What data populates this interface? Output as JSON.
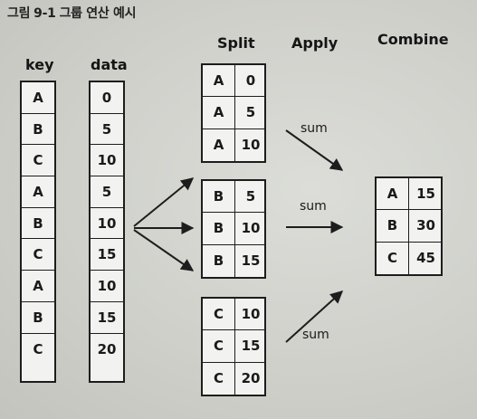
{
  "caption": {
    "label": "그림",
    "number": "9-1",
    "title": "그룹 연산 예시"
  },
  "headers": {
    "key": "key",
    "data": "data",
    "split": "Split",
    "apply": "Apply",
    "combine": "Combine"
  },
  "key_column": [
    "A",
    "B",
    "C",
    "A",
    "B",
    "C",
    "A",
    "B",
    "C"
  ],
  "data_column": [
    "0",
    "5",
    "10",
    "5",
    "10",
    "15",
    "10",
    "15",
    "20"
  ],
  "split_groups": [
    {
      "rows": [
        {
          "key": "A",
          "value": "0"
        },
        {
          "key": "A",
          "value": "5"
        },
        {
          "key": "A",
          "value": "10"
        }
      ]
    },
    {
      "rows": [
        {
          "key": "B",
          "value": "5"
        },
        {
          "key": "B",
          "value": "10"
        },
        {
          "key": "B",
          "value": "15"
        }
      ]
    },
    {
      "rows": [
        {
          "key": "C",
          "value": "10"
        },
        {
          "key": "C",
          "value": "15"
        },
        {
          "key": "C",
          "value": "20"
        }
      ]
    }
  ],
  "apply_labels": [
    "sum",
    "sum",
    "sum"
  ],
  "combine_rows": [
    {
      "key": "A",
      "value": "15"
    },
    {
      "key": "B",
      "value": "30"
    },
    {
      "key": "C",
      "value": "45"
    }
  ],
  "colors": {
    "ink": "#1d1d1d",
    "cell_bg": "#f2f2f0",
    "page_bg": "#cfd0cb"
  }
}
